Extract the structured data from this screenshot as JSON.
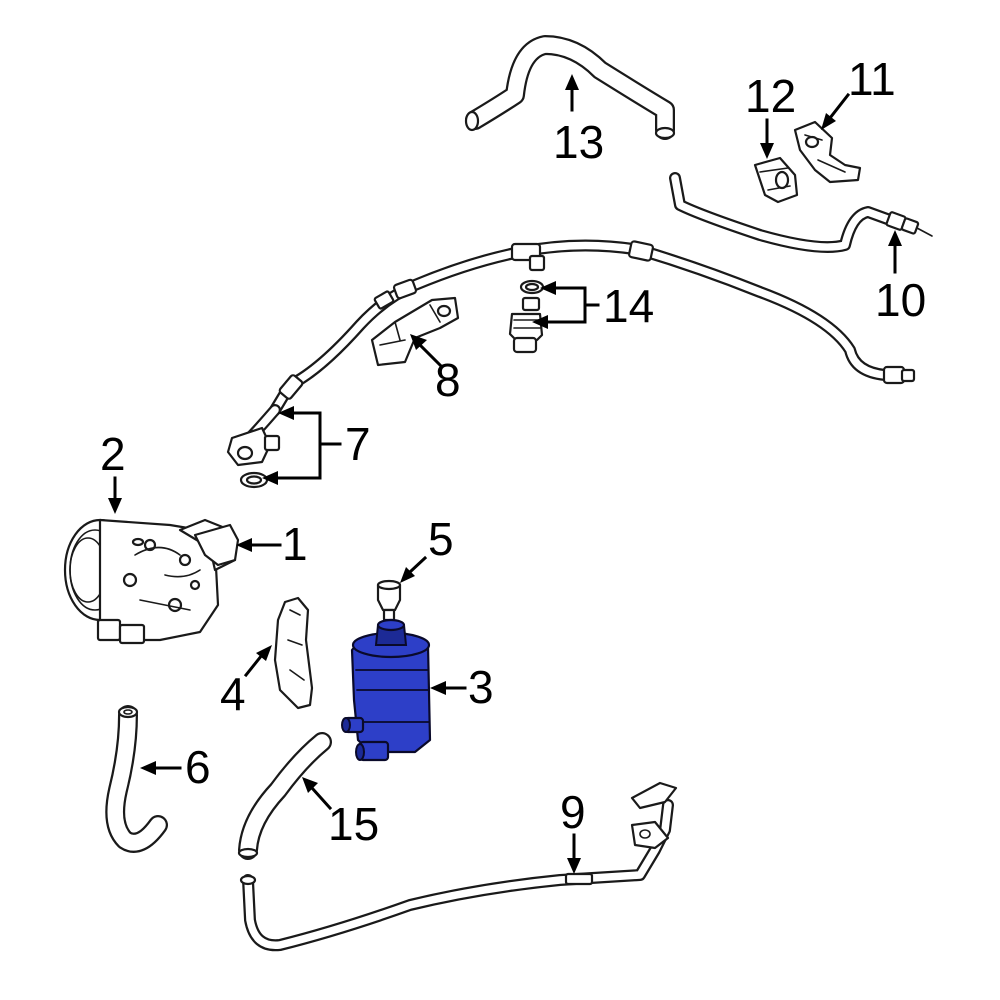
{
  "callouts": {
    "c1": "1",
    "c2": "2",
    "c3": "3",
    "c4": "4",
    "c5": "5",
    "c6": "6",
    "c7": "7",
    "c8": "8",
    "c9": "9",
    "c10": "10",
    "c11": "11",
    "c12": "12",
    "c13": "13",
    "c14": "14",
    "c15": "15"
  },
  "colors": {
    "highlight": "#2d3fc8",
    "line": "#1a1a1a",
    "background": "#ffffff"
  }
}
